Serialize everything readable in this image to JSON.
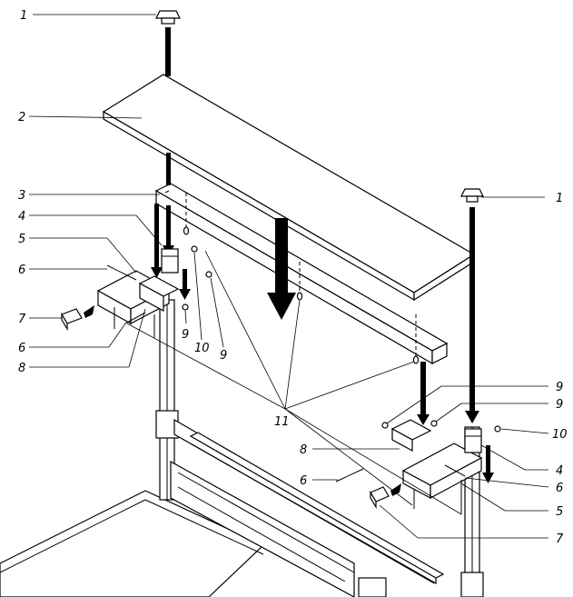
{
  "figure": {
    "background_color": "#ffffff",
    "ink_color": "#000000"
  },
  "callouts": [
    {
      "id": "c1-top",
      "label": "1"
    },
    {
      "id": "c2",
      "label": "2"
    },
    {
      "id": "c3",
      "label": "3"
    },
    {
      "id": "c4-left",
      "label": "4"
    },
    {
      "id": "c5-left",
      "label": "5"
    },
    {
      "id": "c6-left-a",
      "label": "6"
    },
    {
      "id": "c7-left",
      "label": "7"
    },
    {
      "id": "c6-left-b",
      "label": "6"
    },
    {
      "id": "c8-left",
      "label": "8"
    },
    {
      "id": "c9-left-a",
      "label": "9"
    },
    {
      "id": "c10-left",
      "label": "10"
    },
    {
      "id": "c9-left-b",
      "label": "9"
    },
    {
      "id": "c1-right",
      "label": "1"
    },
    {
      "id": "c11",
      "label": "11"
    },
    {
      "id": "c9-right-a",
      "label": "9"
    },
    {
      "id": "c9-right-b",
      "label": "9"
    },
    {
      "id": "c10-right",
      "label": "10"
    },
    {
      "id": "c8-right",
      "label": "8"
    },
    {
      "id": "c4-right",
      "label": "4"
    },
    {
      "id": "c6-right-a",
      "label": "6"
    },
    {
      "id": "c6-right-b",
      "label": "6"
    },
    {
      "id": "c5-right",
      "label": "5"
    },
    {
      "id": "c7-right",
      "label": "7"
    }
  ]
}
